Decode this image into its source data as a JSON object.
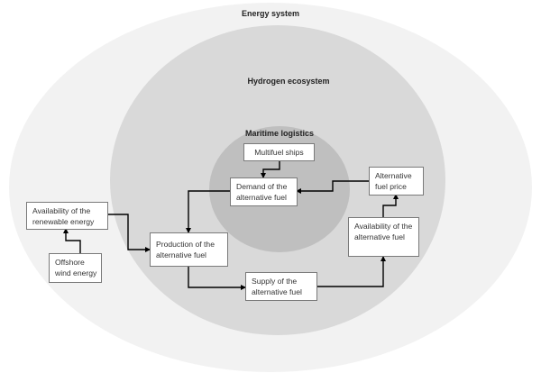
{
  "layers": {
    "energy_system": {
      "label": "Energy system",
      "color": "#f2f2f2"
    },
    "hydrogen_ecosystem": {
      "label": "Hydrogen ecosystem",
      "color": "#d9d9d9"
    },
    "maritime_logistics": {
      "label": "Maritime logistics",
      "color": "#bfbfbf"
    }
  },
  "nodes": {
    "multifuel_ships": "Multifuel ships",
    "demand": "Demand of the alternative fuel",
    "alt_fuel_price": "Alternative fuel price",
    "availability_alt_fuel": "Availability of the alternative fuel",
    "availability_renewable": "Availability of the renewable energy",
    "offshore_wind": "Offshore wind energy",
    "production": "Production of the alternative fuel",
    "supply": "Supply of the alternative fuel"
  },
  "edges": [
    {
      "from": "multifuel_ships",
      "to": "demand"
    },
    {
      "from": "alt_fuel_price",
      "to": "demand"
    },
    {
      "from": "demand",
      "to": "production"
    },
    {
      "from": "availability_renewable",
      "to": "production"
    },
    {
      "from": "offshore_wind",
      "to": "availability_renewable"
    },
    {
      "from": "production",
      "to": "supply"
    },
    {
      "from": "supply",
      "to": "availability_alt_fuel"
    },
    {
      "from": "availability_alt_fuel",
      "to": "alt_fuel_price"
    }
  ],
  "arrow_color": "#000000"
}
